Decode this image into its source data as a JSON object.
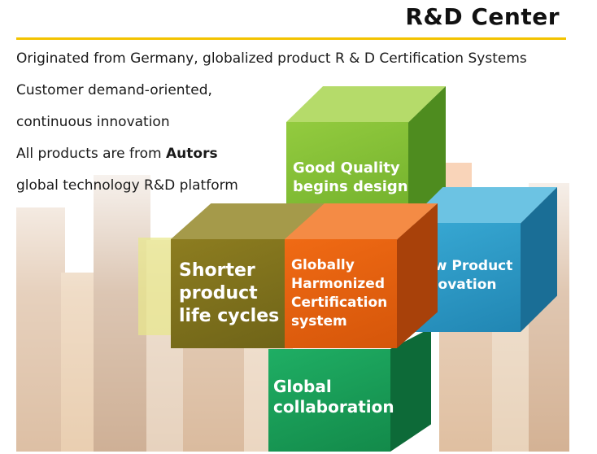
{
  "header": {
    "title": "R&D Center"
  },
  "intro": {
    "lines": [
      "Originated from Germany, globalized product R & D Certification Systems",
      "Customer demand-oriented,",
      "continuous innovation"
    ],
    "brand_line": {
      "prefix": "All products are from ",
      "brand": "Autors"
    },
    "last_line": "global technology R&D platform"
  },
  "cubes": {
    "quality": {
      "l1": "Good Quality",
      "l2": "begins design"
    },
    "shorter": {
      "l1": "Shorter",
      "l2": "product",
      "l3": "life cycles"
    },
    "globally": {
      "l1": "Globally",
      "l2": "Harmonized",
      "l3": "Certification",
      "l4": "system"
    },
    "innovation": {
      "l1": "New Product",
      "l2": "Innovation"
    },
    "collab": {
      "l1": "Global",
      "l2": "collaboration"
    }
  },
  "colors": {
    "accent_rule": "#f3c300",
    "green": "#8cc63f",
    "olive": "#8a7f2a",
    "orange": "#e8620c",
    "blue": "#2a98c4",
    "teal": "#1a9f5a"
  }
}
